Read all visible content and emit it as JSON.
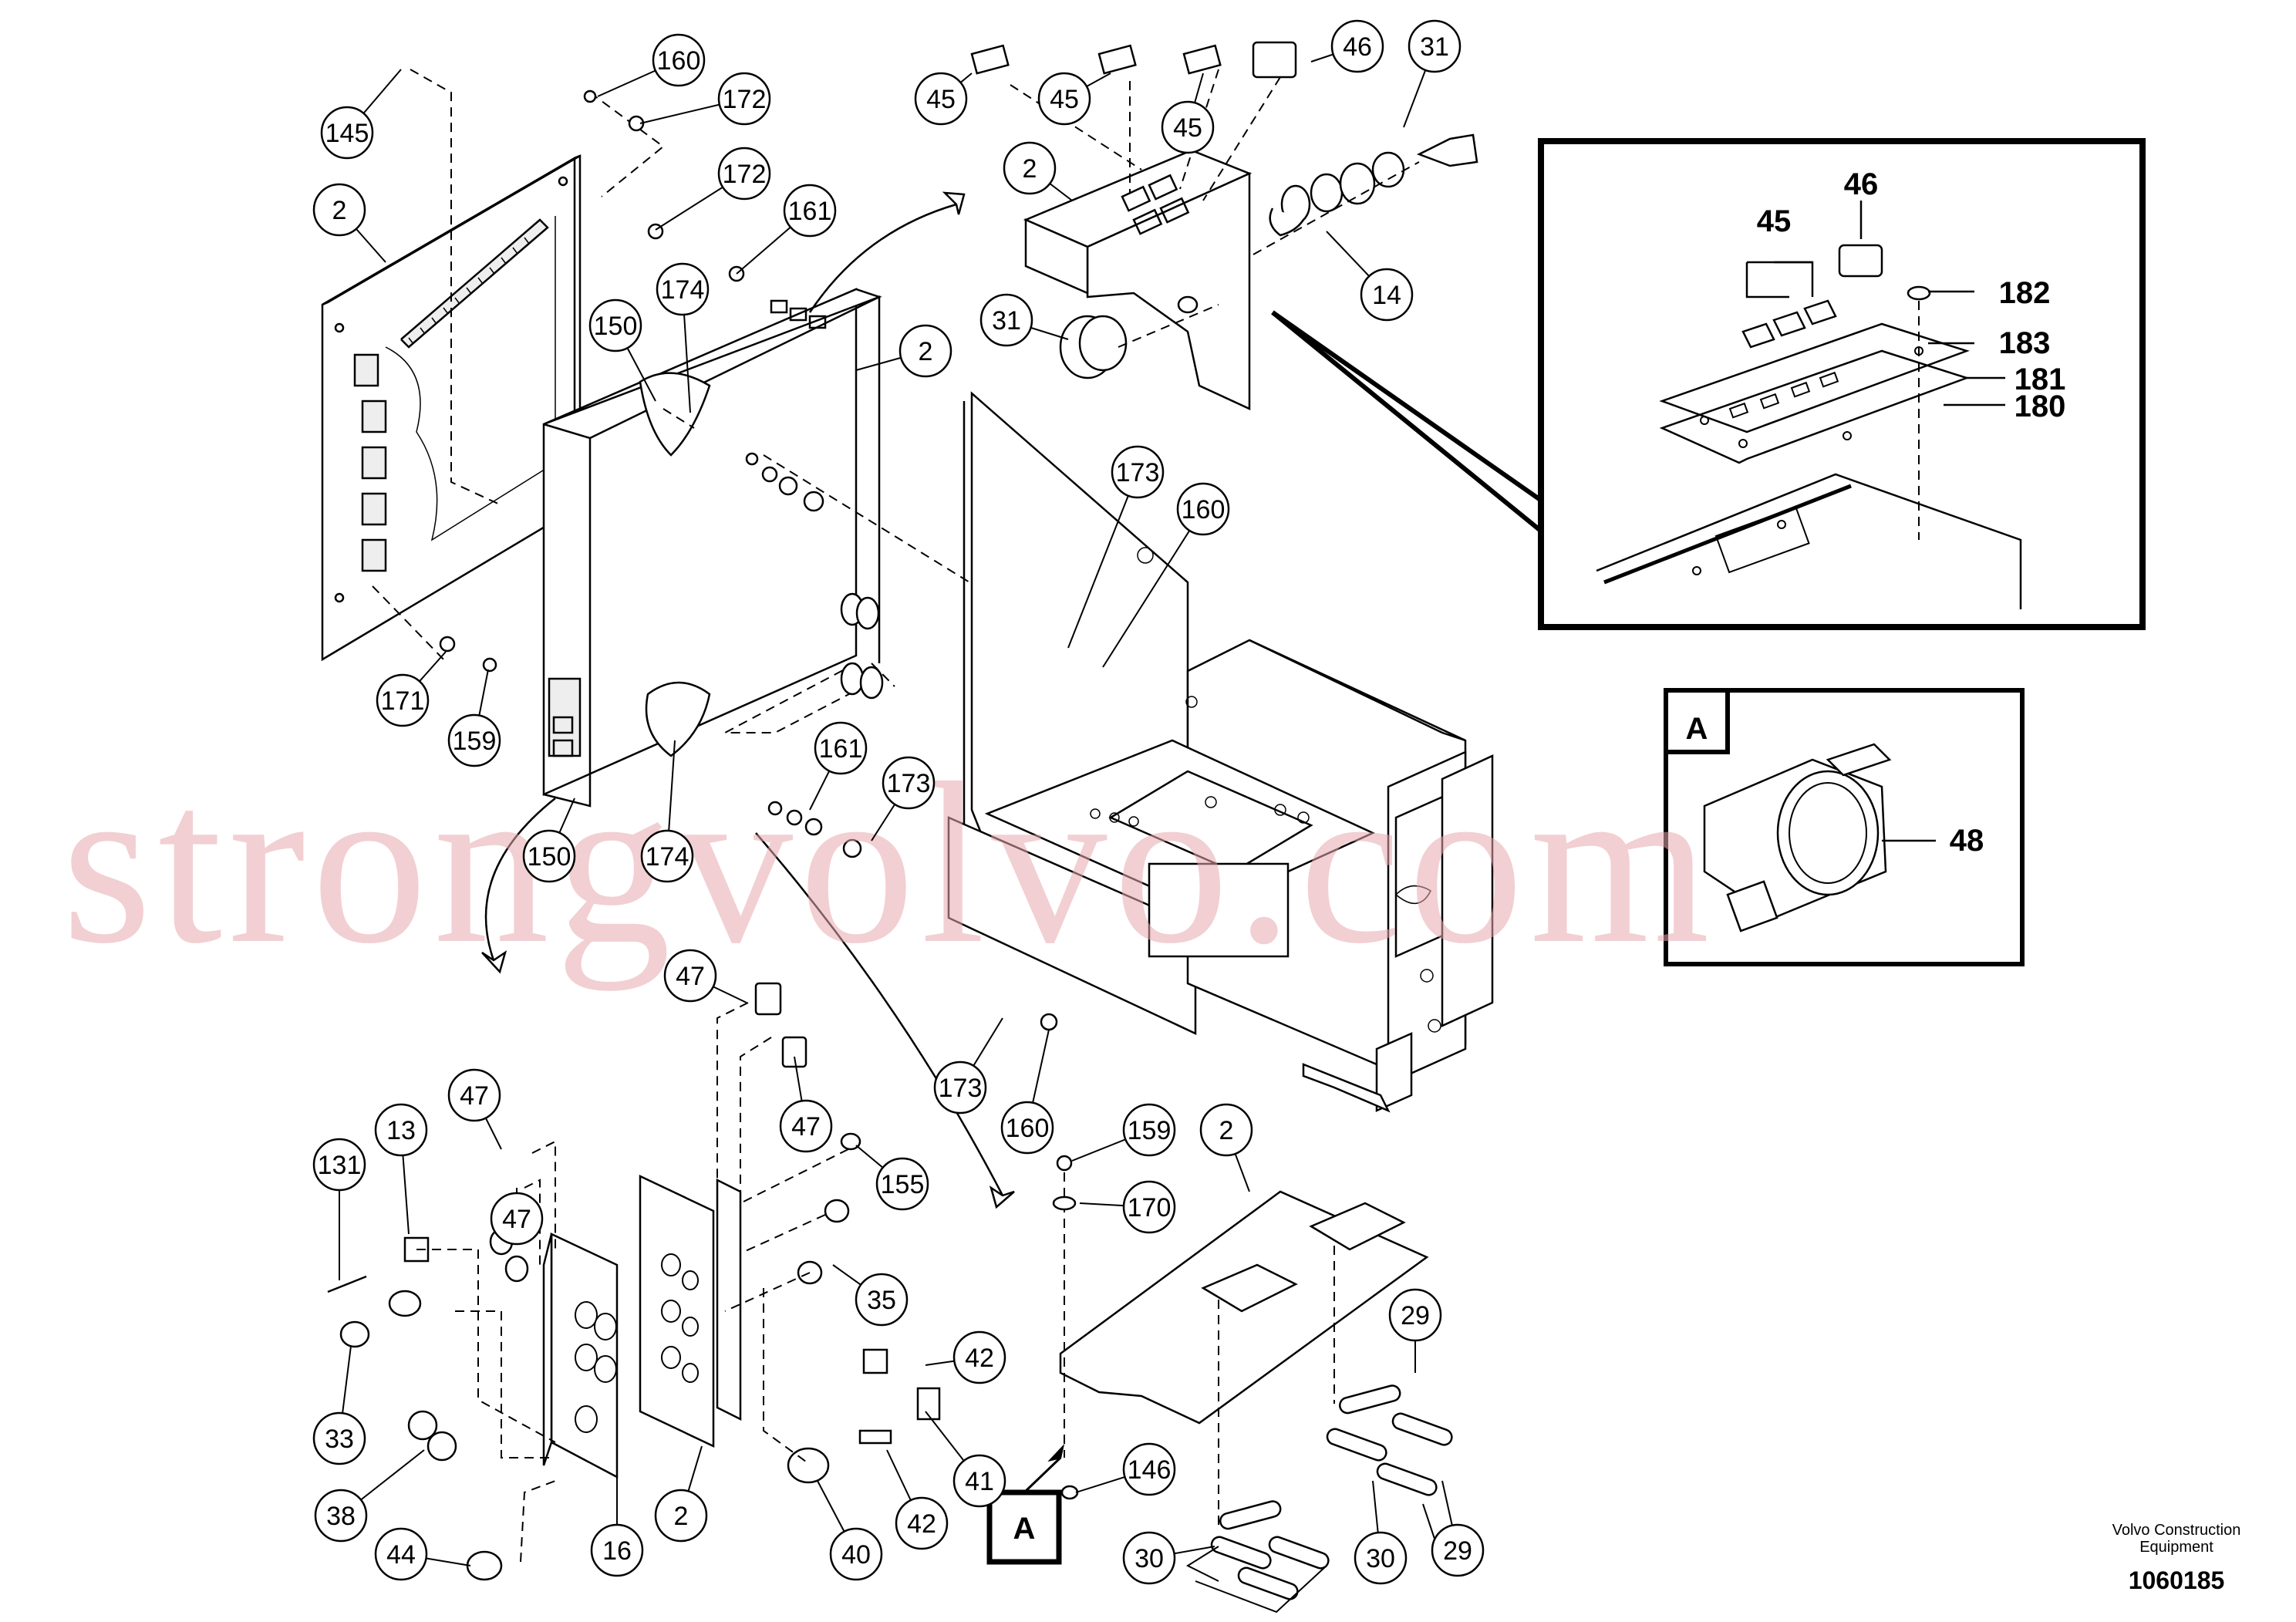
{
  "watermark": "strongvolvo.com",
  "brand_line1": "Volvo Construction",
  "brand_line2": "Equipment",
  "drawing_number": "1060185",
  "view_label": "A",
  "callouts": {
    "c145": "145",
    "c160a": "160",
    "c172a": "172",
    "c172b": "172",
    "c161a": "161",
    "c2_board": "2",
    "c150a": "150",
    "c174a": "174",
    "c2_box": "2",
    "c171": "171",
    "c159a": "159",
    "c150b": "150",
    "c174b": "174",
    "c161b": "161",
    "c173a": "173",
    "c45a": "45",
    "c45b": "45",
    "c45c": "45",
    "c46": "46",
    "c31a": "31",
    "c2_top": "2",
    "c14": "14",
    "c31b": "31",
    "c173b": "173",
    "c160b": "160",
    "c47a": "47",
    "c47b": "47",
    "c47c": "47",
    "c47d": "47",
    "c173c": "173",
    "c160c": "160",
    "c131": "131",
    "c13": "13",
    "c155": "155",
    "c35": "35",
    "c159b": "159",
    "c170": "170",
    "c2_plate": "2",
    "c33": "33",
    "c38": "38",
    "c44": "44",
    "c16": "16",
    "c2_panel": "2",
    "c42a": "42",
    "c41": "41",
    "c42b": "42",
    "c40": "40",
    "c146": "146",
    "c29a": "29",
    "c29b": "29",
    "c30a": "30",
    "c30b": "30"
  },
  "detail_inset": {
    "labels": {
      "l46": "46",
      "l45": "45",
      "l182": "182",
      "l183": "183",
      "l181": "181",
      "l180": "180"
    }
  },
  "view_a_inset": {
    "label": "A",
    "callout": "48"
  }
}
